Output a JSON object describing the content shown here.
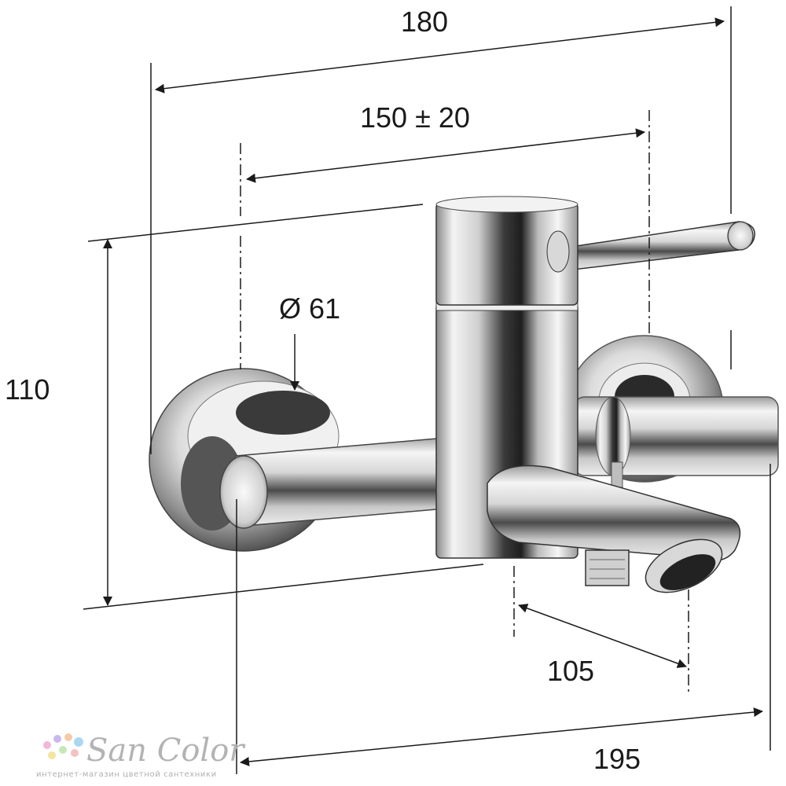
{
  "dimensions": {
    "total_width": "180",
    "center_distance": "150 ± 20",
    "height": "110",
    "diameter": "Ø 61",
    "spout_projection": "105",
    "overall_depth": "195"
  },
  "logo": {
    "name": "San Color",
    "tagline": "интернет-магазин цветной сантехники"
  },
  "colors": {
    "dimension_lines": "#1a1a1a",
    "chrome_dark": "#3a3a3a",
    "chrome_light": "#f2f2f2",
    "logo_text": "#b3b3b3"
  }
}
